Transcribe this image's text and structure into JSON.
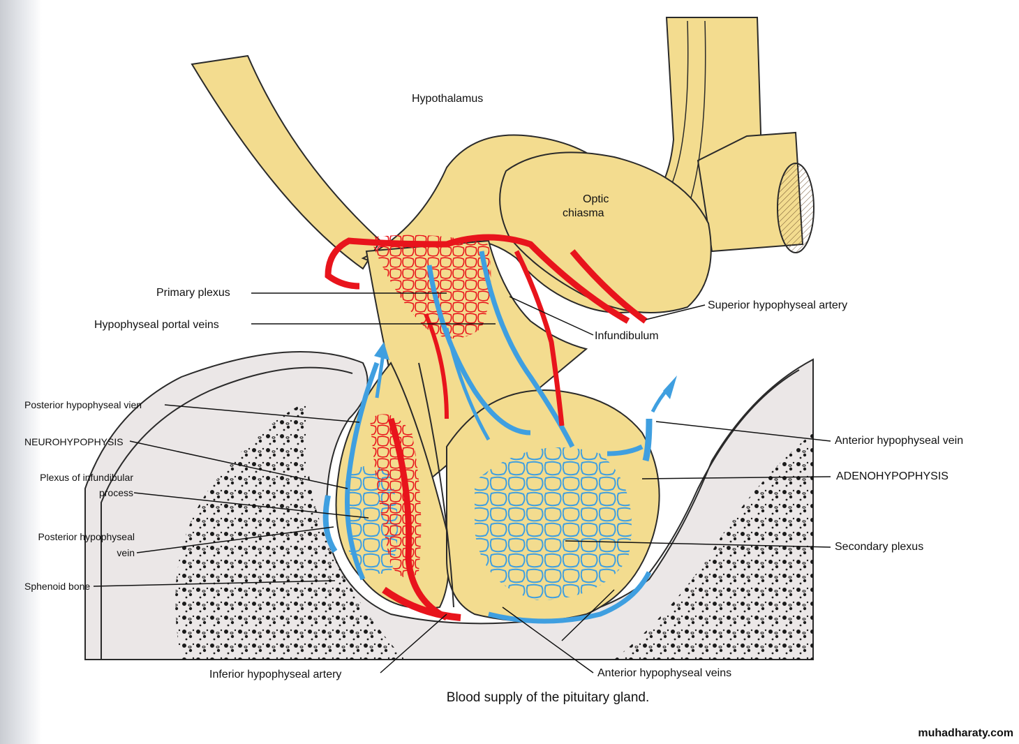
{
  "labels": {
    "hypothalamus": "Hypothalamus",
    "optic_chiasma_1": "Optic",
    "optic_chiasma_2": "chiasma",
    "primary_plexus": "Primary plexus",
    "portal_veins": "Hypophyseal portal veins",
    "infundibulum": "Infundibulum",
    "superior_artery": "Superior hypophyseal artery",
    "posterior_vien": "Posterior hypophyseal vien",
    "neurohypophysis": "NEUROHYPOPHYSIS",
    "plexus_infund_1": "Plexus of infundibular",
    "plexus_infund_2": "process",
    "posterior_vein_1": "Posterior hypophyseal",
    "posterior_vein_2": "vein",
    "sphenoid": "Sphenoid bone",
    "anterior_vein": "Anterior hypophyseal vein",
    "adenohypophysis": "ADENOHYPOPHYSIS",
    "secondary_plexus": "Secondary plexus",
    "inferior_artery": "Inferior hypophyseal artery",
    "anterior_veins": "Anterior hypophyseal veins"
  },
  "caption": "Blood supply of the pituitary gland.",
  "watermark": "muhadharaty.com",
  "colors": {
    "tissue": "#f3dc8f",
    "artery": "#e8141c",
    "vein": "#3f9fe0",
    "bone_fill": "#ebe7e7",
    "outline": "#2a2a2a"
  }
}
